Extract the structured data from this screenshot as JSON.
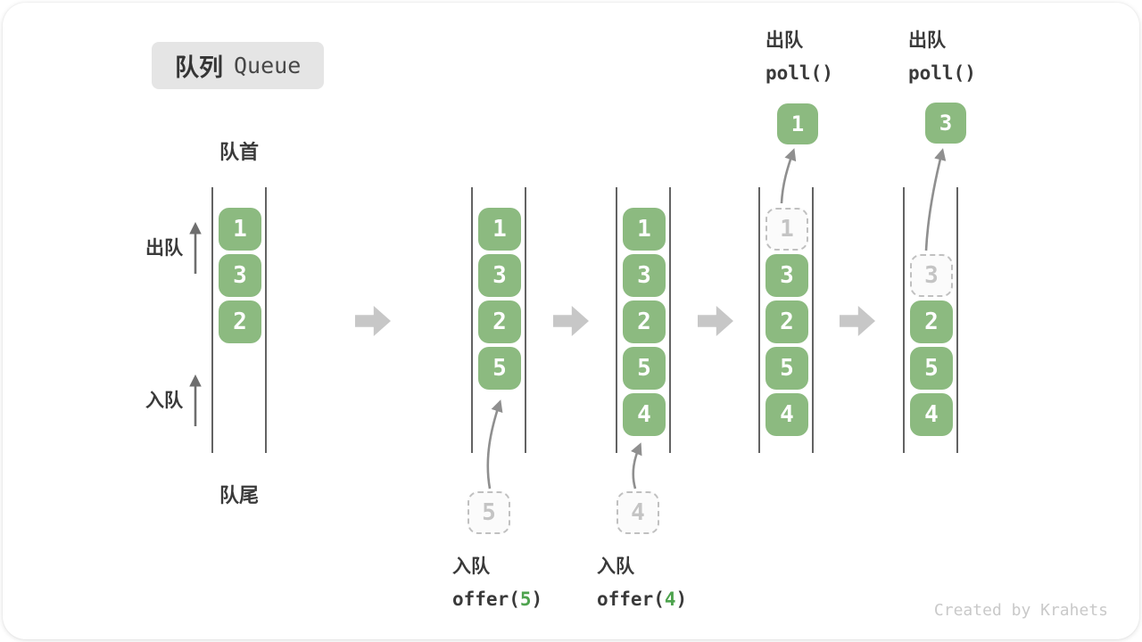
{
  "badge": {
    "zh": "队列",
    "en": "Queue"
  },
  "labels": {
    "front": "队首",
    "rear": "队尾",
    "dequeue": "出队",
    "enqueue": "入队"
  },
  "states": [
    {
      "slots": [
        {
          "value": "1",
          "type": "solid"
        },
        {
          "value": "3",
          "type": "solid"
        },
        {
          "value": "2",
          "type": "solid"
        }
      ]
    },
    {
      "slots": [
        {
          "value": "1",
          "type": "solid"
        },
        {
          "value": "3",
          "type": "solid"
        },
        {
          "value": "2",
          "type": "solid"
        },
        {
          "value": "5",
          "type": "solid"
        }
      ],
      "incoming": {
        "value": "5"
      },
      "action": {
        "zh": "入队",
        "code_pre": "offer(",
        "arg": "5",
        "code_post": ")"
      }
    },
    {
      "slots": [
        {
          "value": "1",
          "type": "solid"
        },
        {
          "value": "3",
          "type": "solid"
        },
        {
          "value": "2",
          "type": "solid"
        },
        {
          "value": "5",
          "type": "solid"
        },
        {
          "value": "4",
          "type": "solid"
        }
      ],
      "incoming": {
        "value": "4"
      },
      "action": {
        "zh": "入队",
        "code_pre": "offer(",
        "arg": "4",
        "code_post": ")"
      }
    },
    {
      "slots": [
        {
          "value": "1",
          "type": "dashed"
        },
        {
          "value": "3",
          "type": "solid"
        },
        {
          "value": "2",
          "type": "solid"
        },
        {
          "value": "5",
          "type": "solid"
        },
        {
          "value": "4",
          "type": "solid"
        }
      ],
      "out": {
        "value": "1"
      },
      "action": {
        "zh": "出队",
        "code": "poll()"
      }
    },
    {
      "slots": [
        {
          "value": "3",
          "type": "dashed"
        },
        {
          "value": "2",
          "type": "solid"
        },
        {
          "value": "5",
          "type": "solid"
        },
        {
          "value": "4",
          "type": "solid"
        }
      ],
      "out": {
        "value": "3"
      },
      "action": {
        "zh": "出队",
        "code": "poll()"
      }
    }
  ],
  "watermark": "Created by Krahets",
  "colors": {
    "box_green": "#8cba80",
    "code_accent_green": "#4ea34e",
    "block_arrow_gray": "#c7c7c7",
    "line_gray": "#636363",
    "badge_gray": "#e5e5e5"
  }
}
